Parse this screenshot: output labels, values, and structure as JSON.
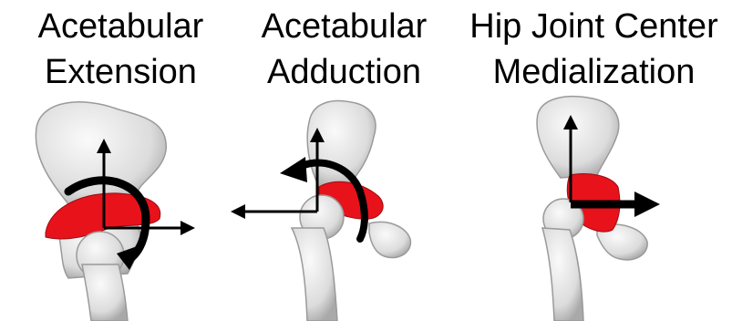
{
  "panels": [
    {
      "title_line1": "Acetabular",
      "title_line2": "Extension"
    },
    {
      "title_line1": "Acetabular",
      "title_line2": "Adduction"
    },
    {
      "title_line1": "Hip Joint Center",
      "title_line2": "Medialization"
    }
  ],
  "colors": {
    "bone": "#e8e8e8",
    "bone_shadow": "#b4b4b4",
    "acetabulum": "#e8121b",
    "arrow": "#000000"
  }
}
